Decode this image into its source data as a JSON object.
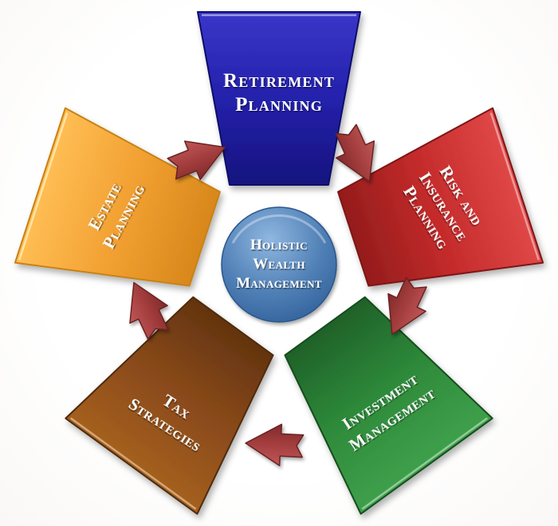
{
  "center": {
    "label": "Holistic Wealth Management",
    "label_lines": [
      "Holistic",
      "Wealth",
      "Management"
    ],
    "color": "#4F7FB5",
    "text_color": "#FFFFFF"
  },
  "segments": [
    {
      "id": "retirement-planning",
      "label": "Retirement Planning",
      "label_lines": [
        "Retirement",
        "Planning"
      ],
      "color": "#2421AC",
      "position": "top",
      "text_color": "#FFFFFF"
    },
    {
      "id": "risk-and-insurance-planning",
      "label": "Risk and Insurance Planning",
      "label_lines": [
        "Risk and",
        "Insurance",
        "Planning"
      ],
      "color": "#C52B2B",
      "position": "upper-right",
      "text_color": "#FFFFFF"
    },
    {
      "id": "investment-management",
      "label": "Investment Management",
      "label_lines": [
        "Investment",
        "Management"
      ],
      "color": "#2E8A3A",
      "position": "lower-right",
      "text_color": "#FFFFFF"
    },
    {
      "id": "tax-strategies",
      "label": "Tax Strategies",
      "label_lines": [
        "Tax",
        "Strategies"
      ],
      "color": "#8A4A1A",
      "position": "lower-left",
      "text_color": "#FFFFFF"
    },
    {
      "id": "estate-planning",
      "label": "Estate Planning",
      "label_lines": [
        "Estate",
        "Planning"
      ],
      "color": "#F2A132",
      "position": "upper-left",
      "text_color": "#FFFFFF"
    }
  ],
  "arrows": {
    "color": "#A23C3C",
    "direction": "clockwise",
    "items": [
      {
        "name": "estate-to-retirement"
      },
      {
        "name": "retirement-to-risk"
      },
      {
        "name": "risk-to-investment"
      },
      {
        "name": "investment-to-tax"
      },
      {
        "name": "tax-to-estate"
      }
    ]
  }
}
